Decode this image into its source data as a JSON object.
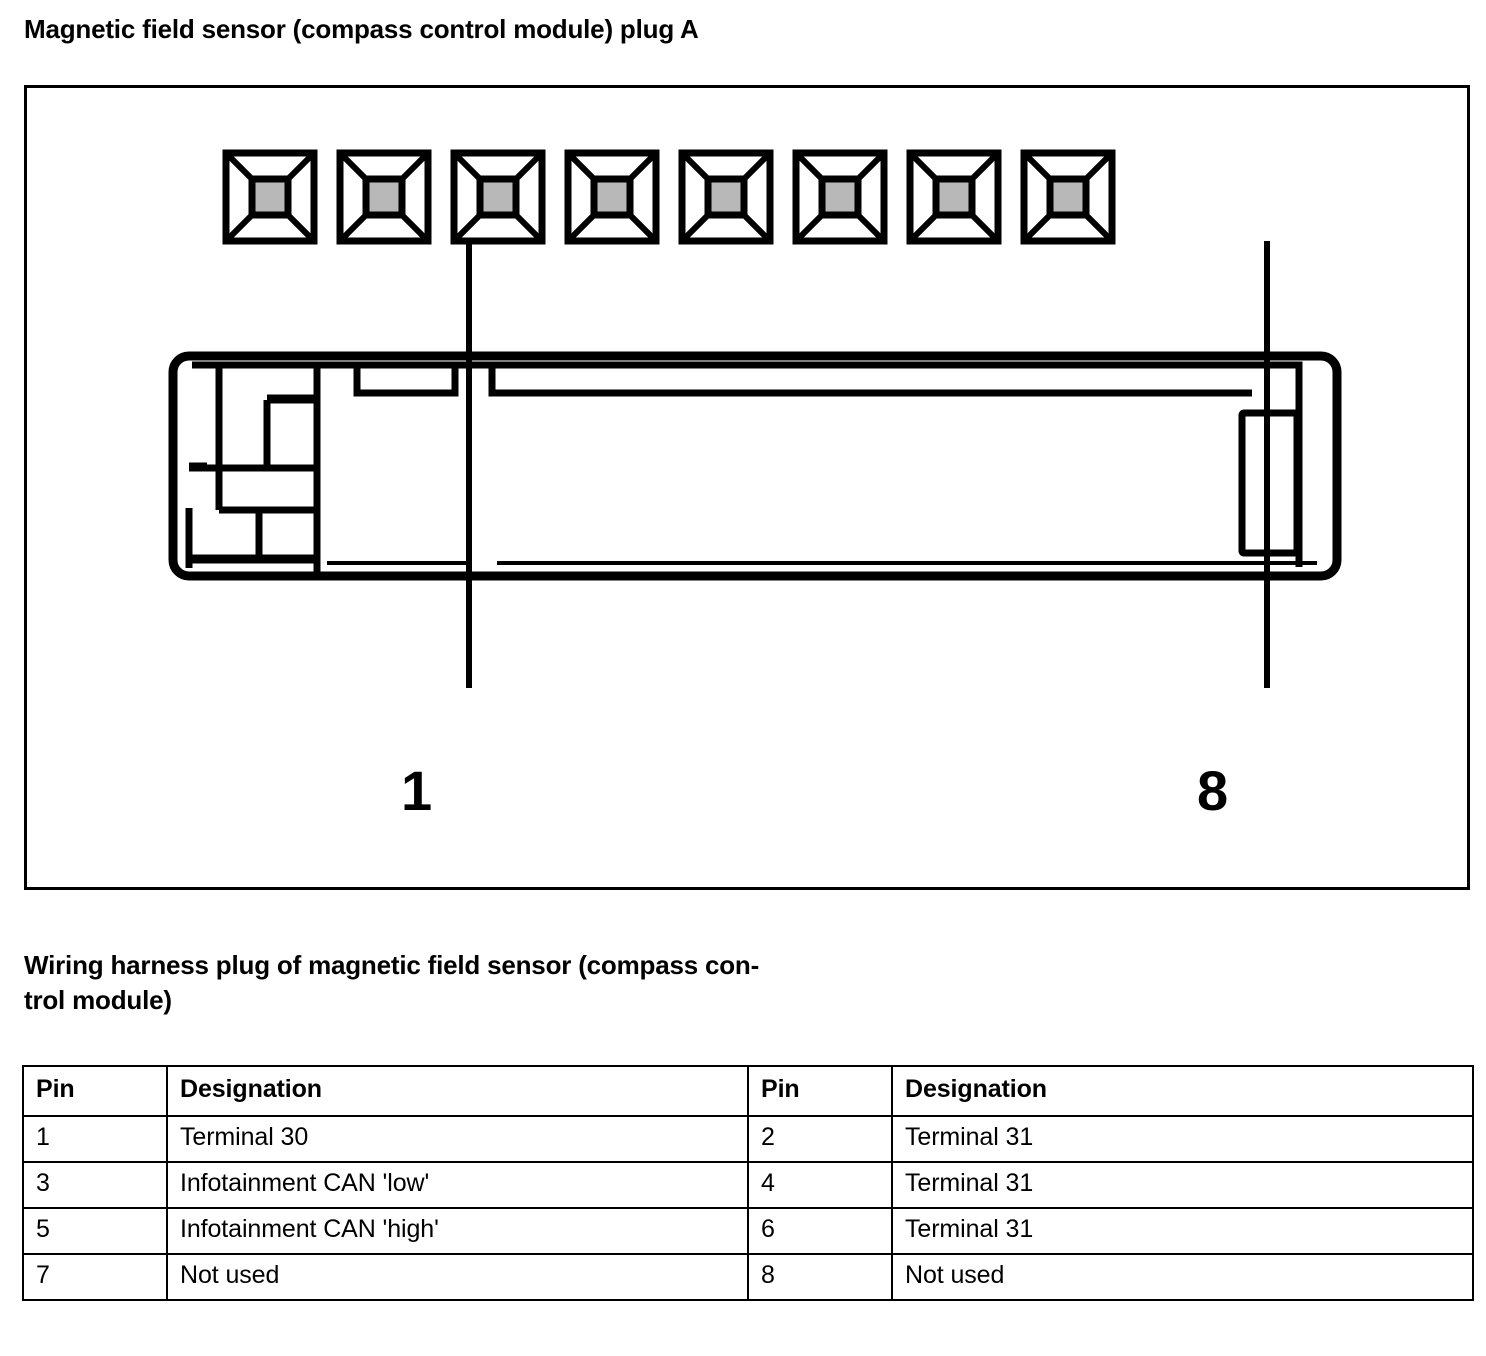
{
  "document": {
    "plug_title": "Magnetic field sensor (compass control module) plug A",
    "caption_lines": [
      "Wiring harness plug of magnetic field sensor (compass con-",
      "trol module)"
    ]
  },
  "diagram": {
    "name": "connector-pinout-diagram",
    "connector_type": "8-way wiring harness plug",
    "socket_count": 8,
    "socket_fill_color": "#b8b8b8",
    "line_color": "#000000",
    "callouts": [
      {
        "label": "1",
        "pin": 1,
        "position": "left"
      },
      {
        "label": "8",
        "pin": 8,
        "position": "right"
      }
    ]
  },
  "table": {
    "headers": [
      "Pin",
      "Designation",
      "Pin",
      "Designation"
    ],
    "rows": [
      {
        "pin_left": "1",
        "designation_left": "Terminal 30",
        "pin_right": "2",
        "designation_right": "Terminal 31"
      },
      {
        "pin_left": "3",
        "designation_left": "Infotainment CAN 'low'",
        "pin_right": "4",
        "designation_right": "Terminal 31"
      },
      {
        "pin_left": "5",
        "designation_left": "Infotainment CAN 'high'",
        "pin_right": "6",
        "designation_right": "Terminal 31"
      },
      {
        "pin_left": "7",
        "designation_left": "Not used",
        "pin_right": "8",
        "designation_right": "Not used"
      }
    ]
  }
}
